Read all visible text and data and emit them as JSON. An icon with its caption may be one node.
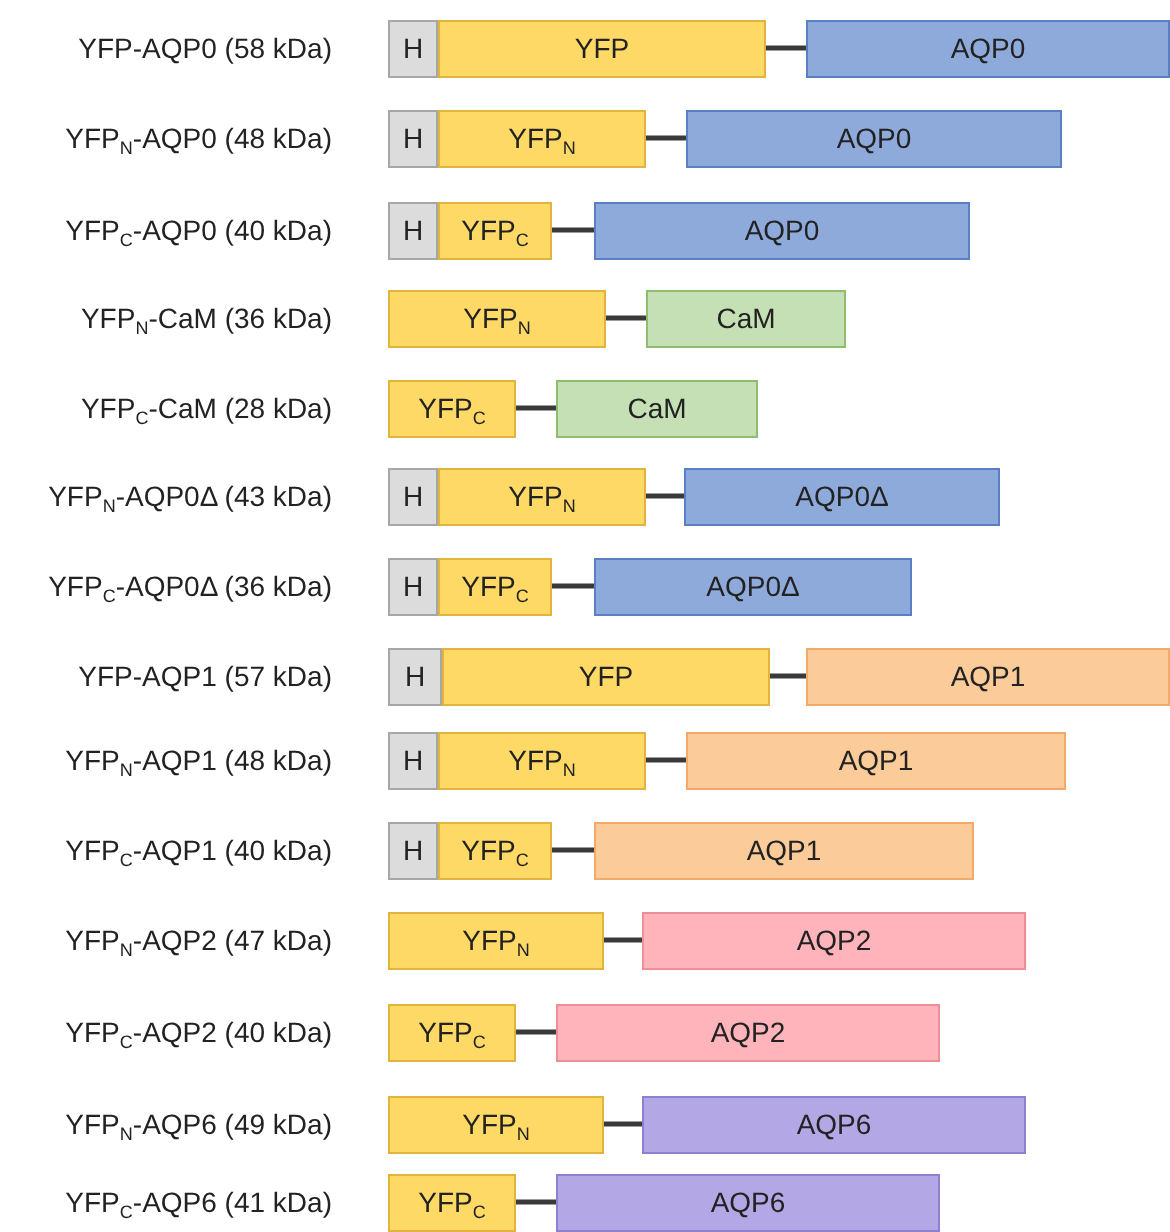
{
  "diagram": {
    "nodes": [
      {
        "text": [
          "H"
        ]
      },
      {
        "text": [
          "YFP"
        ]
      },
      {
        "text": [
          "AQP0"
        ]
      },
      {
        "text": [
          "H"
        ]
      },
      {
        "text": [
          "YFP$_{N}$"
        ]
      },
      {
        "text": [
          "AQP0"
        ]
      },
      {
        "text": [
          "H"
        ]
      },
      {
        "text": [
          "YFP$_{C}$"
        ]
      },
      {
        "text": [
          "AQP0"
        ]
      },
      {
        "text": [
          "YFP$_{N}$"
        ]
      },
      {
        "text": [
          "CaM"
        ]
      },
      {
        "text": [
          "YFP$_{C}$"
        ]
      },
      {
        "text": [
          "CaM"
        ]
      },
      {
        "text": [
          "H"
        ]
      },
      {
        "text": [
          "YFP$_{N}$"
        ]
      },
      {
        "text": [
          "AQP0Δ"
        ]
      },
      {
        "text": [
          "H"
        ]
      },
      {
        "text": [
          "YFP$_{C}$"
        ]
      },
      {
        "text": [
          "AQP0Δ"
        ]
      },
      {
        "text": [
          "H"
        ]
      },
      {
        "text": [
          "YFP"
        ]
      },
      {
        "text": [
          "AQP1"
        ]
      },
      {
        "text": [
          "H"
        ]
      },
      {
        "text": [
          "YFP$_{N}$"
        ]
      },
      {
        "text": [
          "AQP1"
        ]
      },
      {
        "text": [
          "H"
        ]
      },
      {
        "text": [
          "YFP$_{C}$"
        ]
      },
      {
        "text": [
          "AQP1"
        ]
      },
      {
        "text": [
          "YFP$_{N}$"
        ]
      },
      {
        "text": [
          "AQP2"
        ]
      },
      {
        "text": [
          "YFP$_{C}$"
        ]
      },
      {
        "text": [
          "AQP2"
        ]
      },
      {
        "text": [
          "YFP$_{N}$"
        ]
      },
      {
        "text": [
          "AQP6"
        ]
      },
      {
        "text": [
          "YFP$_{C}$"
        ]
      },
      {
        "text": [
          "AQP6"
        ]
      }
    ],
    "edges": [
      {
        "from": 1,
        "to": 2,
        "arrow": "none"
      },
      {
        "from": 4,
        "to": 5,
        "arrow": "none"
      },
      {
        "from": 7,
        "to": 8,
        "arrow": "none"
      },
      {
        "from": 9,
        "to": 10,
        "arrow": "none"
      },
      {
        "from": 11,
        "to": 12,
        "arrow": "none"
      },
      {
        "from": 14,
        "to": 15,
        "arrow": "none"
      },
      {
        "from": 17,
        "to": 18,
        "arrow": "none"
      },
      {
        "from": 20,
        "to": 21,
        "arrow": "none"
      },
      {
        "from": 23,
        "to": 24,
        "arrow": "none"
      },
      {
        "from": 26,
        "to": 27,
        "arrow": "none"
      },
      {
        "from": 28,
        "to": 29,
        "arrow": "none"
      },
      {
        "from": 30,
        "to": 31,
        "arrow": "none"
      },
      {
        "from": 32,
        "to": 33,
        "arrow": "none"
      },
      {
        "from": 34,
        "to": 35,
        "arrow": "none"
      }
    ],
    "labels": [
      "YFP-AQP0 (58 kDa)",
      "YFP$_{N}$-AQP0 (48 kDa)",
      "YFP$_{C}$-AQP0 (40 kDa)",
      "YFP$_{N}$-CaM (36 kDa)",
      "YFP$_{C}$-CaM (28 kDa)",
      "YFP$_{N}$-AQP0Δ (43 kDa)",
      "YFP$_{C}$-AQP0Δ (36 kDa)",
      "YFP-AQP1 (57 kDa)",
      "YFP$_{N}$-AQP1 (48 kDa)",
      "YFP$_{C}$-AQP1 (40 kDa)",
      "YFP$_{N}$-AQP2 (47 kDa)",
      "YFP$_{C}$-AQP2 (40 kDa)",
      "YFP$_{N}$-AQP6 (49 kDa)",
      "YFP$_{C}$-AQP6 (41 kDa)"
    ]
  }
}
